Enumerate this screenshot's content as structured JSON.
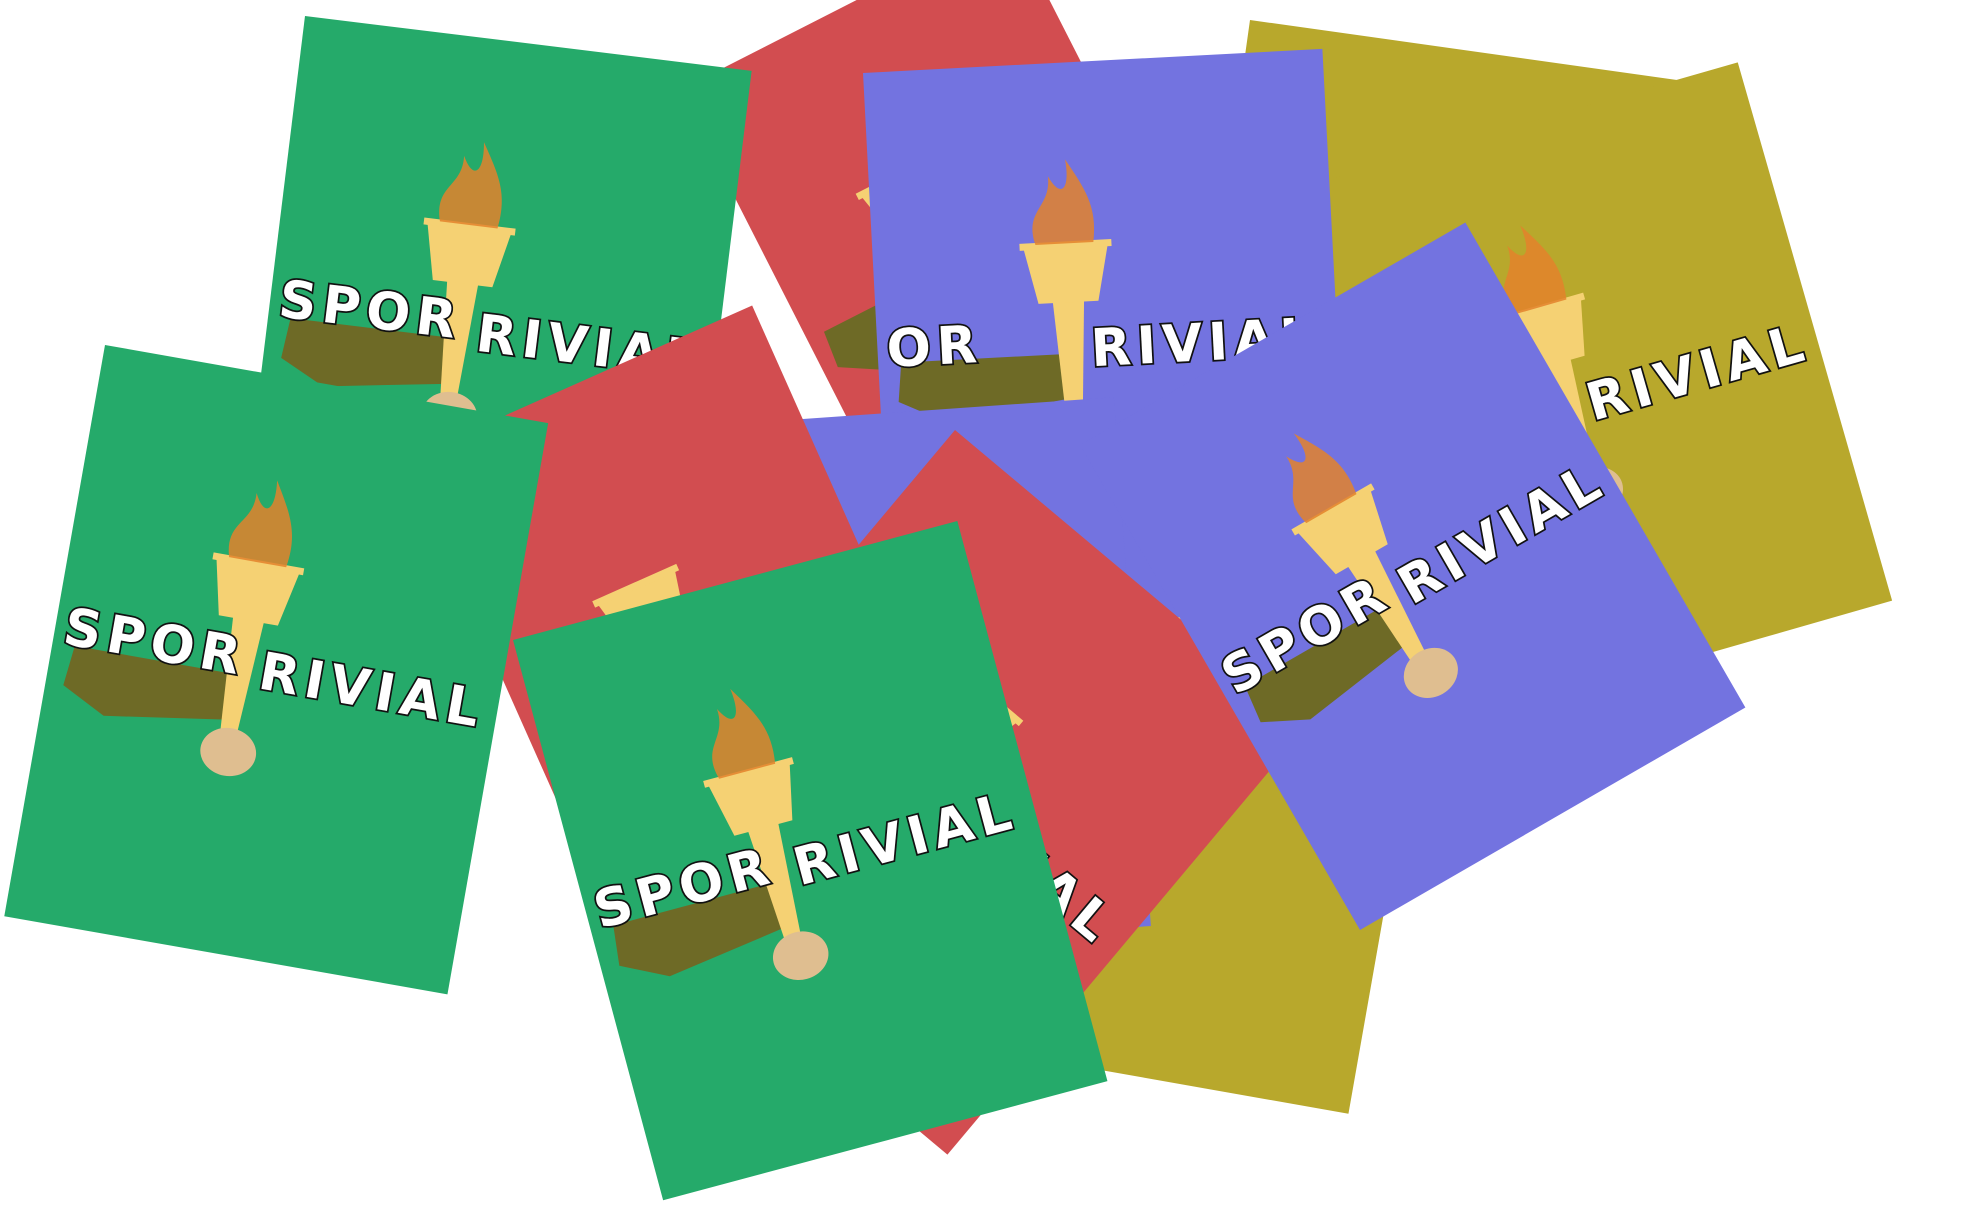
{
  "colors": {
    "green": "#25aa6a",
    "red": "#d24d50",
    "blue": "#7373e0",
    "olive": "#b8a82c",
    "torch_gold": "#f5d173",
    "flame_orange": "#e3822c",
    "arm_brown": "#6e6a26",
    "hand_skin": "#dfbe90",
    "text_black": "#111111"
  },
  "cards": [
    {
      "id": "olive-1",
      "color": "olive",
      "title_left": "",
      "title_right": "",
      "flame": true
    },
    {
      "id": "olive-2",
      "color": "olive",
      "title_left": "",
      "title_right": "RIVIAL",
      "flame": true
    },
    {
      "id": "olive-3",
      "color": "olive",
      "title_left": "",
      "title_right": "",
      "flame": false
    },
    {
      "id": "red-1",
      "color": "red",
      "title_left": "",
      "title_right": "RIVIAL",
      "flame": false
    },
    {
      "id": "blue-1",
      "color": "blue",
      "title_left": "OR",
      "title_right": "RIVIAL",
      "flame": true
    },
    {
      "id": "green-1",
      "color": "green",
      "title_left": "SPOR",
      "title_right": "RIVIAL",
      "flame": true
    },
    {
      "id": "blue-2",
      "color": "blue",
      "title_left": "",
      "title_right": "",
      "flame": false
    },
    {
      "id": "red-2",
      "color": "red",
      "title_left": "",
      "title_right": "",
      "flame": false
    },
    {
      "id": "red-3",
      "color": "red",
      "title_left": "",
      "title_right": "RIVIAL",
      "flame": false
    },
    {
      "id": "blue-3",
      "color": "blue",
      "title_left": "SPOR",
      "title_right": "RIVIAL",
      "flame": true
    },
    {
      "id": "green-2",
      "color": "green",
      "title_left": "SPOR",
      "title_right": "RIVIAL",
      "flame": true
    },
    {
      "id": "green-3",
      "color": "green",
      "title_left": "SPOR",
      "title_right": "RIVIAL",
      "flame": true
    }
  ]
}
